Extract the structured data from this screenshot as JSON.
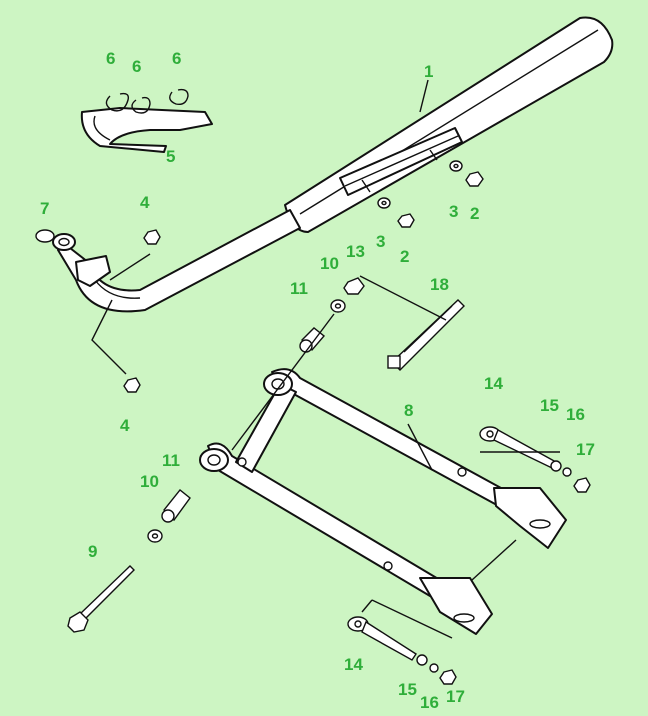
{
  "colors": {
    "background": "#cdf5c3",
    "callout": "#2fae3a",
    "ink": "#111111"
  },
  "callouts": [
    {
      "text": "1"
    },
    {
      "text": "2"
    },
    {
      "text": "2"
    },
    {
      "text": "3"
    },
    {
      "text": "3"
    },
    {
      "text": "4"
    },
    {
      "text": "4"
    },
    {
      "text": "5"
    },
    {
      "text": "6"
    },
    {
      "text": "6"
    },
    {
      "text": "6"
    },
    {
      "text": "7"
    },
    {
      "text": "8"
    },
    {
      "text": "9"
    },
    {
      "text": "10"
    },
    {
      "text": "10"
    },
    {
      "text": "11"
    },
    {
      "text": "11"
    },
    {
      "text": "13"
    },
    {
      "text": "14"
    },
    {
      "text": "14"
    },
    {
      "text": "15"
    },
    {
      "text": "15"
    },
    {
      "text": "16"
    },
    {
      "text": "16"
    },
    {
      "text": "17"
    },
    {
      "text": "17"
    },
    {
      "text": "18"
    }
  ]
}
